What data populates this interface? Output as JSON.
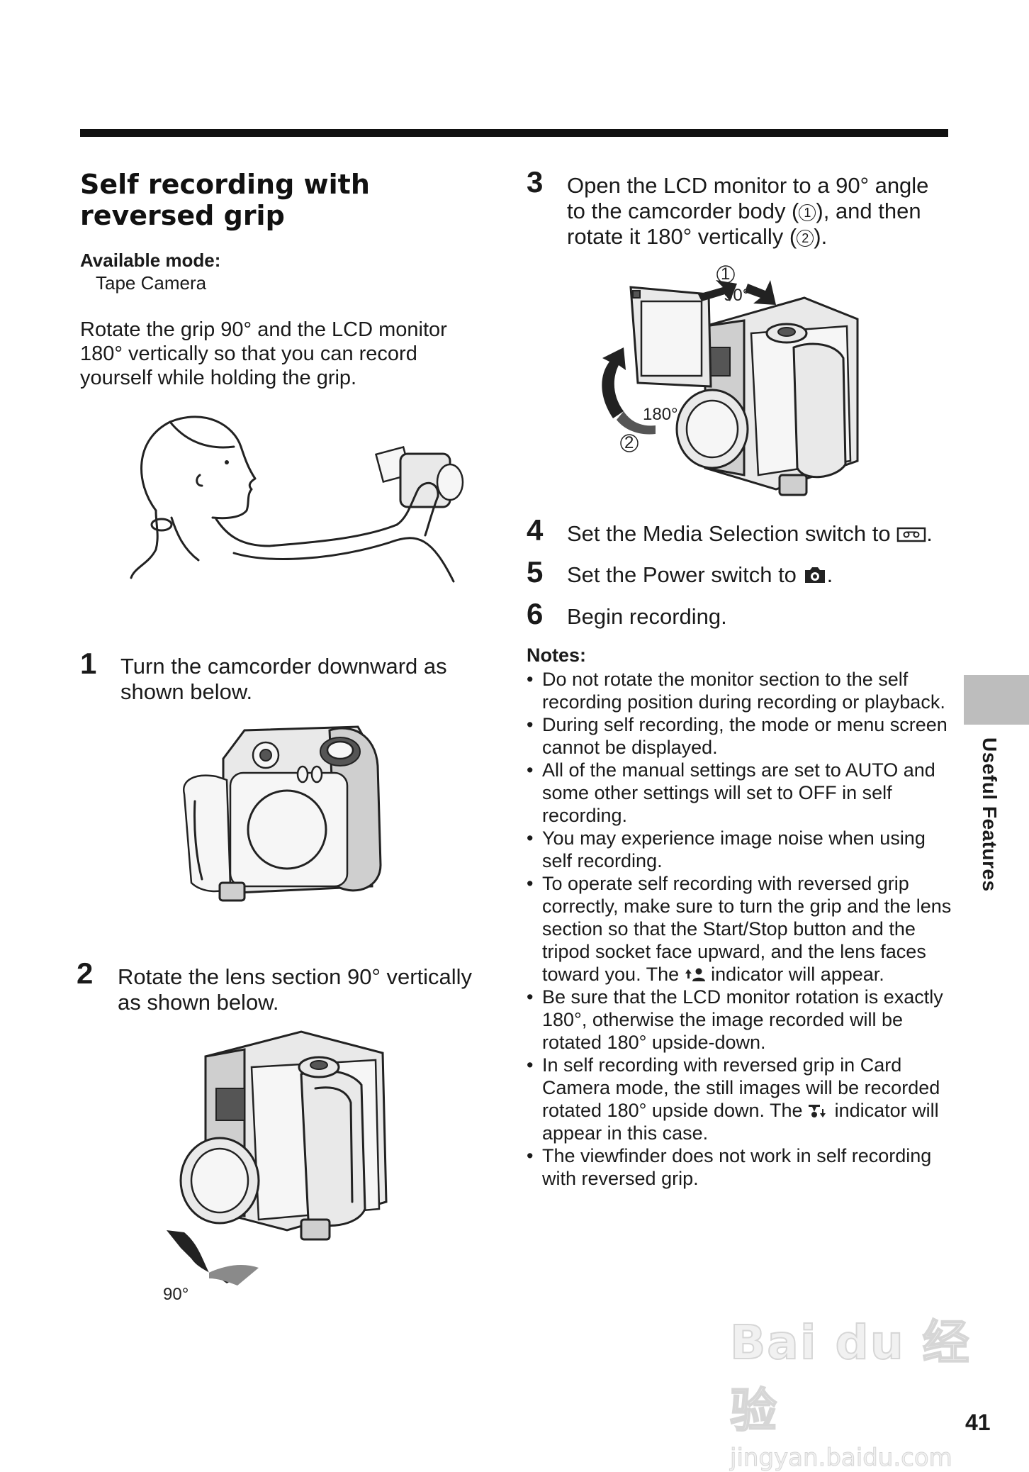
{
  "section": {
    "title": "Self recording with reversed grip",
    "available_mode_label": "Available mode:",
    "available_mode_value": "Tape Camera",
    "intro": "Rotate the grip 90° and the LCD monitor 180° vertically so that you can record yourself while holding the grip."
  },
  "steps": [
    {
      "number": "1",
      "text": "Turn the camcorder downward as shown below."
    },
    {
      "number": "2",
      "text": "Rotate the lens section 90° vertically as shown below."
    },
    {
      "number": "3",
      "text_a": "Open the LCD monitor to a 90° angle to the camcorder body (",
      "circle1": "1",
      "text_b": "), and then rotate it 180° vertically (",
      "circle2": "2",
      "text_c": ")."
    },
    {
      "number": "4",
      "text": "Set the Media Selection switch to",
      "icon": "tape-icon"
    },
    {
      "number": "5",
      "text": "Set the Power switch to",
      "icon": "camera-icon"
    },
    {
      "number": "6",
      "text": "Begin recording."
    }
  ],
  "figure_labels": {
    "step2_angle": "90°",
    "step3_circle1": "1",
    "step3_angle1": "90°",
    "step3_angle2": "180°",
    "step3_circle2": "2"
  },
  "notes": {
    "title": "Notes:",
    "items": [
      "Do not rotate the monitor section to the self recording position during recording or playback.",
      "During self recording, the mode or menu screen cannot be displayed.",
      "All of the manual settings are set to AUTO and some other settings will set to OFF in self recording.",
      "You may experience image noise when using self recording.",
      "Be sure that the LCD monitor rotation is exactly 180°, otherwise the image recorded will be rotated 180° upside-down.",
      "The viewfinder does not work in self recording with reversed grip."
    ],
    "item_operate_a": "To operate self recording with reversed grip correctly, make sure to turn the grip and the lens section so that the Start/Stop button and the tripod socket face upward, and the lens faces toward you. The",
    "item_operate_b": "indicator will appear.",
    "item_card_a": "In self recording with reversed grip in Card Camera mode, the still images will be recorded rotated 180° upside down. The",
    "item_card_b": "indicator will appear in this case."
  },
  "side_label": "Useful Features",
  "page_number": "41",
  "watermark": {
    "logo": "Bai du 经验",
    "url": "jingyan.baidu.com"
  }
}
